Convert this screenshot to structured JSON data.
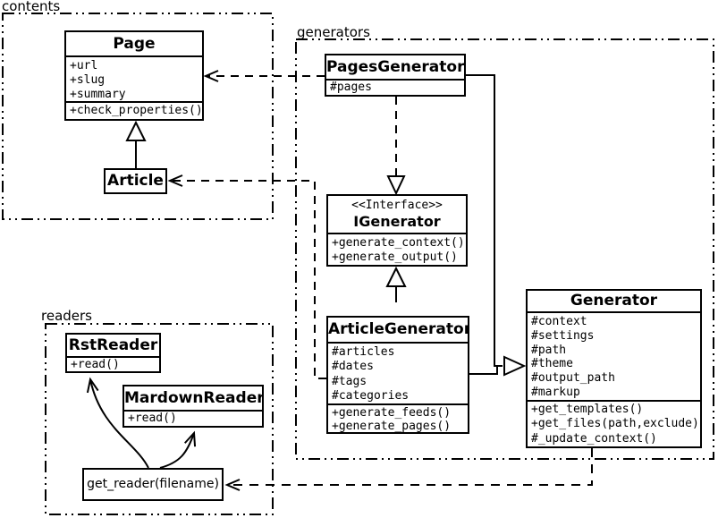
{
  "packages": {
    "contents": {
      "label": "contents"
    },
    "generators": {
      "label": "generators"
    },
    "readers": {
      "label": "readers"
    }
  },
  "classes": {
    "page": {
      "title": "Page",
      "attributes": [
        "+url",
        "+slug",
        "+summary"
      ],
      "methods": [
        "+check_properties()"
      ]
    },
    "article": {
      "title": "Article"
    },
    "pages_generator": {
      "title": "PagesGenerator",
      "attributes": [
        "#pages"
      ]
    },
    "igenerator": {
      "stereotype": "<<Interface>>",
      "title": "IGenerator",
      "methods": [
        "+generate_context()",
        "+generate_output()"
      ]
    },
    "article_generator": {
      "title": "ArticleGenerator",
      "attributes": [
        "#articles",
        "#dates",
        "#tags",
        "#categories"
      ],
      "methods": [
        "+generate_feeds()",
        "+generate_pages()"
      ]
    },
    "generator": {
      "title": "Generator",
      "attributes": [
        "#context",
        "#settings",
        "#path",
        "#theme",
        "#output_path",
        "#markup"
      ],
      "methods": [
        "+get_templates()",
        "+get_files(path,exclude)",
        "#_update_context()"
      ]
    },
    "rst_reader": {
      "title": "RstReader",
      "methods": [
        "+read()"
      ]
    },
    "mardown_reader": {
      "title": "MardownReader",
      "methods": [
        "+read()"
      ]
    },
    "get_reader": {
      "label": "get_reader(filename)"
    }
  },
  "relationships": [
    {
      "from": "Article",
      "to": "Page",
      "type": "generalization"
    },
    {
      "from": "PagesGenerator",
      "to": "Page",
      "type": "dependency"
    },
    {
      "from": "ArticleGenerator",
      "to": "Article",
      "type": "dependency"
    },
    {
      "from": "PagesGenerator",
      "to": "IGenerator",
      "type": "realization"
    },
    {
      "from": "ArticleGenerator",
      "to": "IGenerator",
      "type": "realization"
    },
    {
      "from": "PagesGenerator",
      "to": "Generator",
      "type": "generalization"
    },
    {
      "from": "ArticleGenerator",
      "to": "Generator",
      "type": "generalization"
    },
    {
      "from": "Generator",
      "to": "get_reader(filename)",
      "type": "dependency"
    },
    {
      "from": "get_reader(filename)",
      "to": "RstReader",
      "type": "arrow"
    },
    {
      "from": "get_reader(filename)",
      "to": "MardownReader",
      "type": "arrow"
    }
  ],
  "colors": {
    "line": "#000000",
    "background": "#ffffff",
    "box_fill": "#ffffff"
  }
}
